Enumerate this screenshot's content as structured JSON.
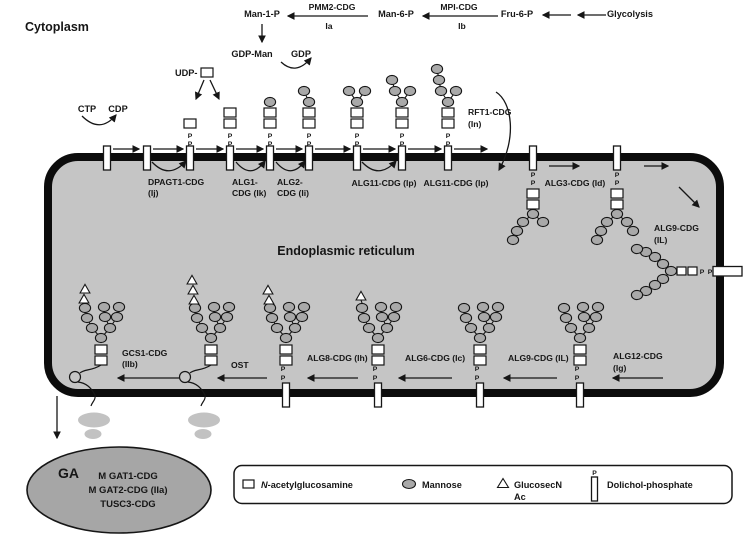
{
  "regions": {
    "cytoplasm": "Cytoplasm",
    "er": "Endoplasmic reticulum",
    "ga": "GA"
  },
  "metabolites": {
    "man1p": "Man-1-P",
    "man6p": "Man-6-P",
    "fru6p": "Fru-6-P",
    "glycolysis": "Glycolysis",
    "gdp_man": "GDP-Man",
    "gdp": "GDP",
    "udp": "UDP-",
    "ctp": "CTP",
    "cdp": "CDP"
  },
  "enzymes_top": {
    "pmm2": "PMM2-CDG",
    "pmm2_type": "Ia",
    "mpi": "MPI-CDG",
    "mpi_type": "Ib",
    "dpagt1_l1": "DPAGT1-CDG",
    "dpagt1_l2": "(Ij)",
    "alg1_l1": "ALG1-",
    "alg1_l2": "CDG (Ik)",
    "alg2_l1": "ALG2-",
    "alg2_l2": "CDG (Ii)",
    "alg11_a": "ALG11-CDG (Ip)",
    "alg11_b": "ALG11-CDG (Ip)",
    "rft1_l1": "RFT1-CDG",
    "rft1_l2": "(In)",
    "alg3": "ALG3-CDG (Id)",
    "alg9_l1": "ALG9-CDG",
    "alg9_l2": "(IL)"
  },
  "enzymes_bottom": {
    "alg12_l1": "ALG12-CDG",
    "alg12_l2": "(Ig)",
    "alg9": "ALG9-CDG (IL)",
    "alg6": "ALG6-CDG (Ic)",
    "alg8": "ALG8-CDG (Ih)",
    "ost": "OST",
    "gcs1_l1": "GCS1-CDG",
    "gcs1_l2": "(IIb)"
  },
  "ga_enzymes": {
    "line1": "M GAT1-CDG",
    "line2": "M GAT2-CDG (IIa)",
    "line3": "TUSC3-CDG"
  },
  "legend": {
    "nag_prefix": "N",
    "nag_rest": "-acetylglucosamine",
    "mannose": "Mannose",
    "glc_l1": "GlucosecN",
    "glc_l2": "Ac",
    "dolichol": "Dolichol-phosphate"
  },
  "symbols": {
    "phosphate": "P"
  },
  "icons": {
    "nag": "white-square-icon",
    "mannose": "gray-oval-icon",
    "glucose": "white-triangle-icon",
    "dolichol": "white-bar-phosphate-icon"
  },
  "colors": {
    "er_fill": "#c5c5c5",
    "membrane": "#0c0c0c",
    "ga_fill": "#a6a6a6",
    "mannose_fill": "#a9a9a9",
    "ribosome_fill": "#c2c2c2",
    "background": "#ffffff"
  }
}
